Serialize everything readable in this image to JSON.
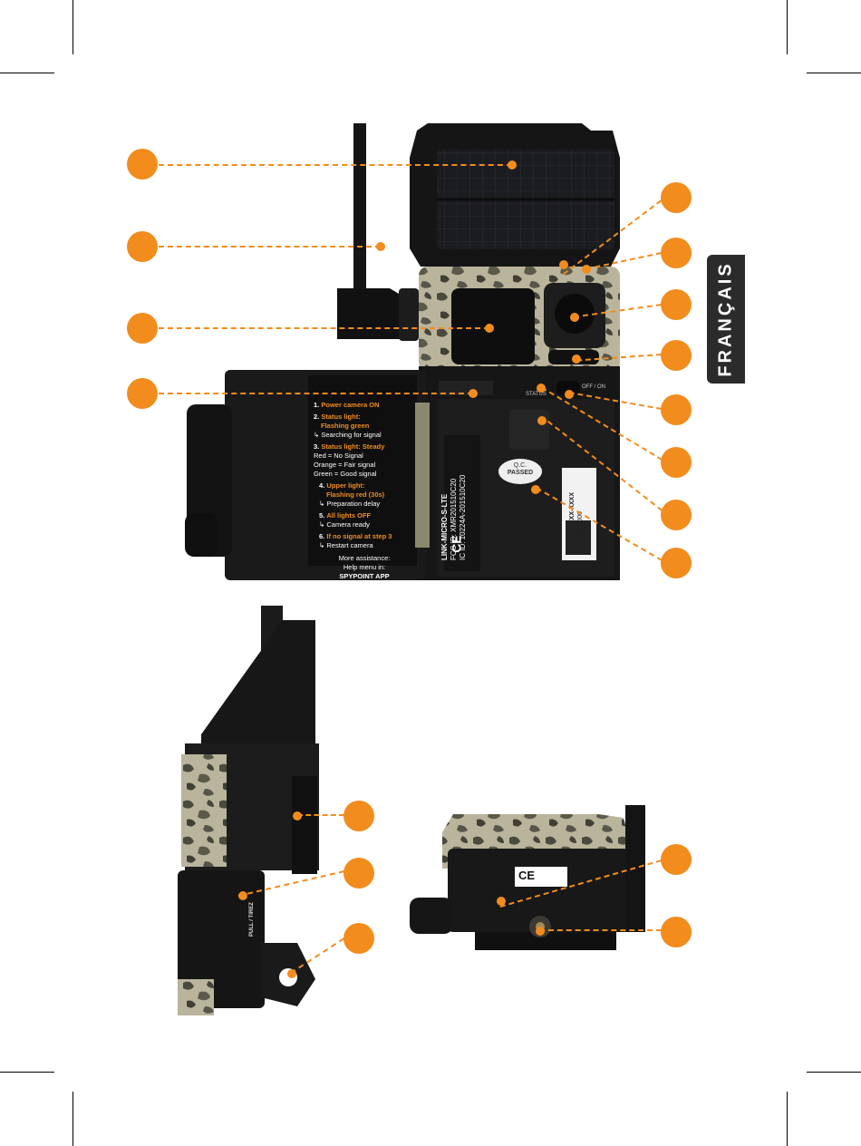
{
  "side_tab": {
    "label": "FRANÇAIS"
  },
  "instruction_card": {
    "steps": [
      {
        "num": "1.",
        "title": "Power camera ON"
      },
      {
        "num": "2.",
        "title": "Status light:",
        "title2": "Flashing green",
        "note": "Searching for signal"
      },
      {
        "num": "3.",
        "title": "Status light: Steady",
        "lines": [
          "Red = No Signal",
          "Orange = Fair signal",
          "Green = Good signal"
        ]
      },
      {
        "num": "4.",
        "title": "Upper light:",
        "title2": "Flashing red (30s)",
        "note": "Preparation delay"
      },
      {
        "num": "5.",
        "title": "All lights OFF",
        "note": "Camera ready"
      },
      {
        "num": "6.",
        "title": "If no signal at step 3",
        "note": "Restart camera"
      }
    ],
    "footer": [
      "More assistance:",
      "Help menu in:",
      "SPYPOINT APP"
    ]
  },
  "device_label": {
    "model": "LINK-MICRO-S-LTE",
    "fcc": "FCC ID: XMR201510C20",
    "ic": "IC ID: 10224A-201510C20",
    "ce": "CE",
    "qc": [
      "Q.C.",
      "PASSED"
    ],
    "serial": "XXXX-XXX-XXXX",
    "serial2": "000000000",
    "status_label": "STATUS",
    "switch_label": "OFF / ON"
  },
  "side_view": {
    "pull_label": "PULL / TIREZ"
  },
  "bottom_view": {
    "ce": "CE"
  },
  "colors": {
    "accent": "#f28c1d",
    "tab": "#2b2b2b",
    "camo_light": "#b9b49b",
    "camo_dark": "#4a4a3e"
  }
}
